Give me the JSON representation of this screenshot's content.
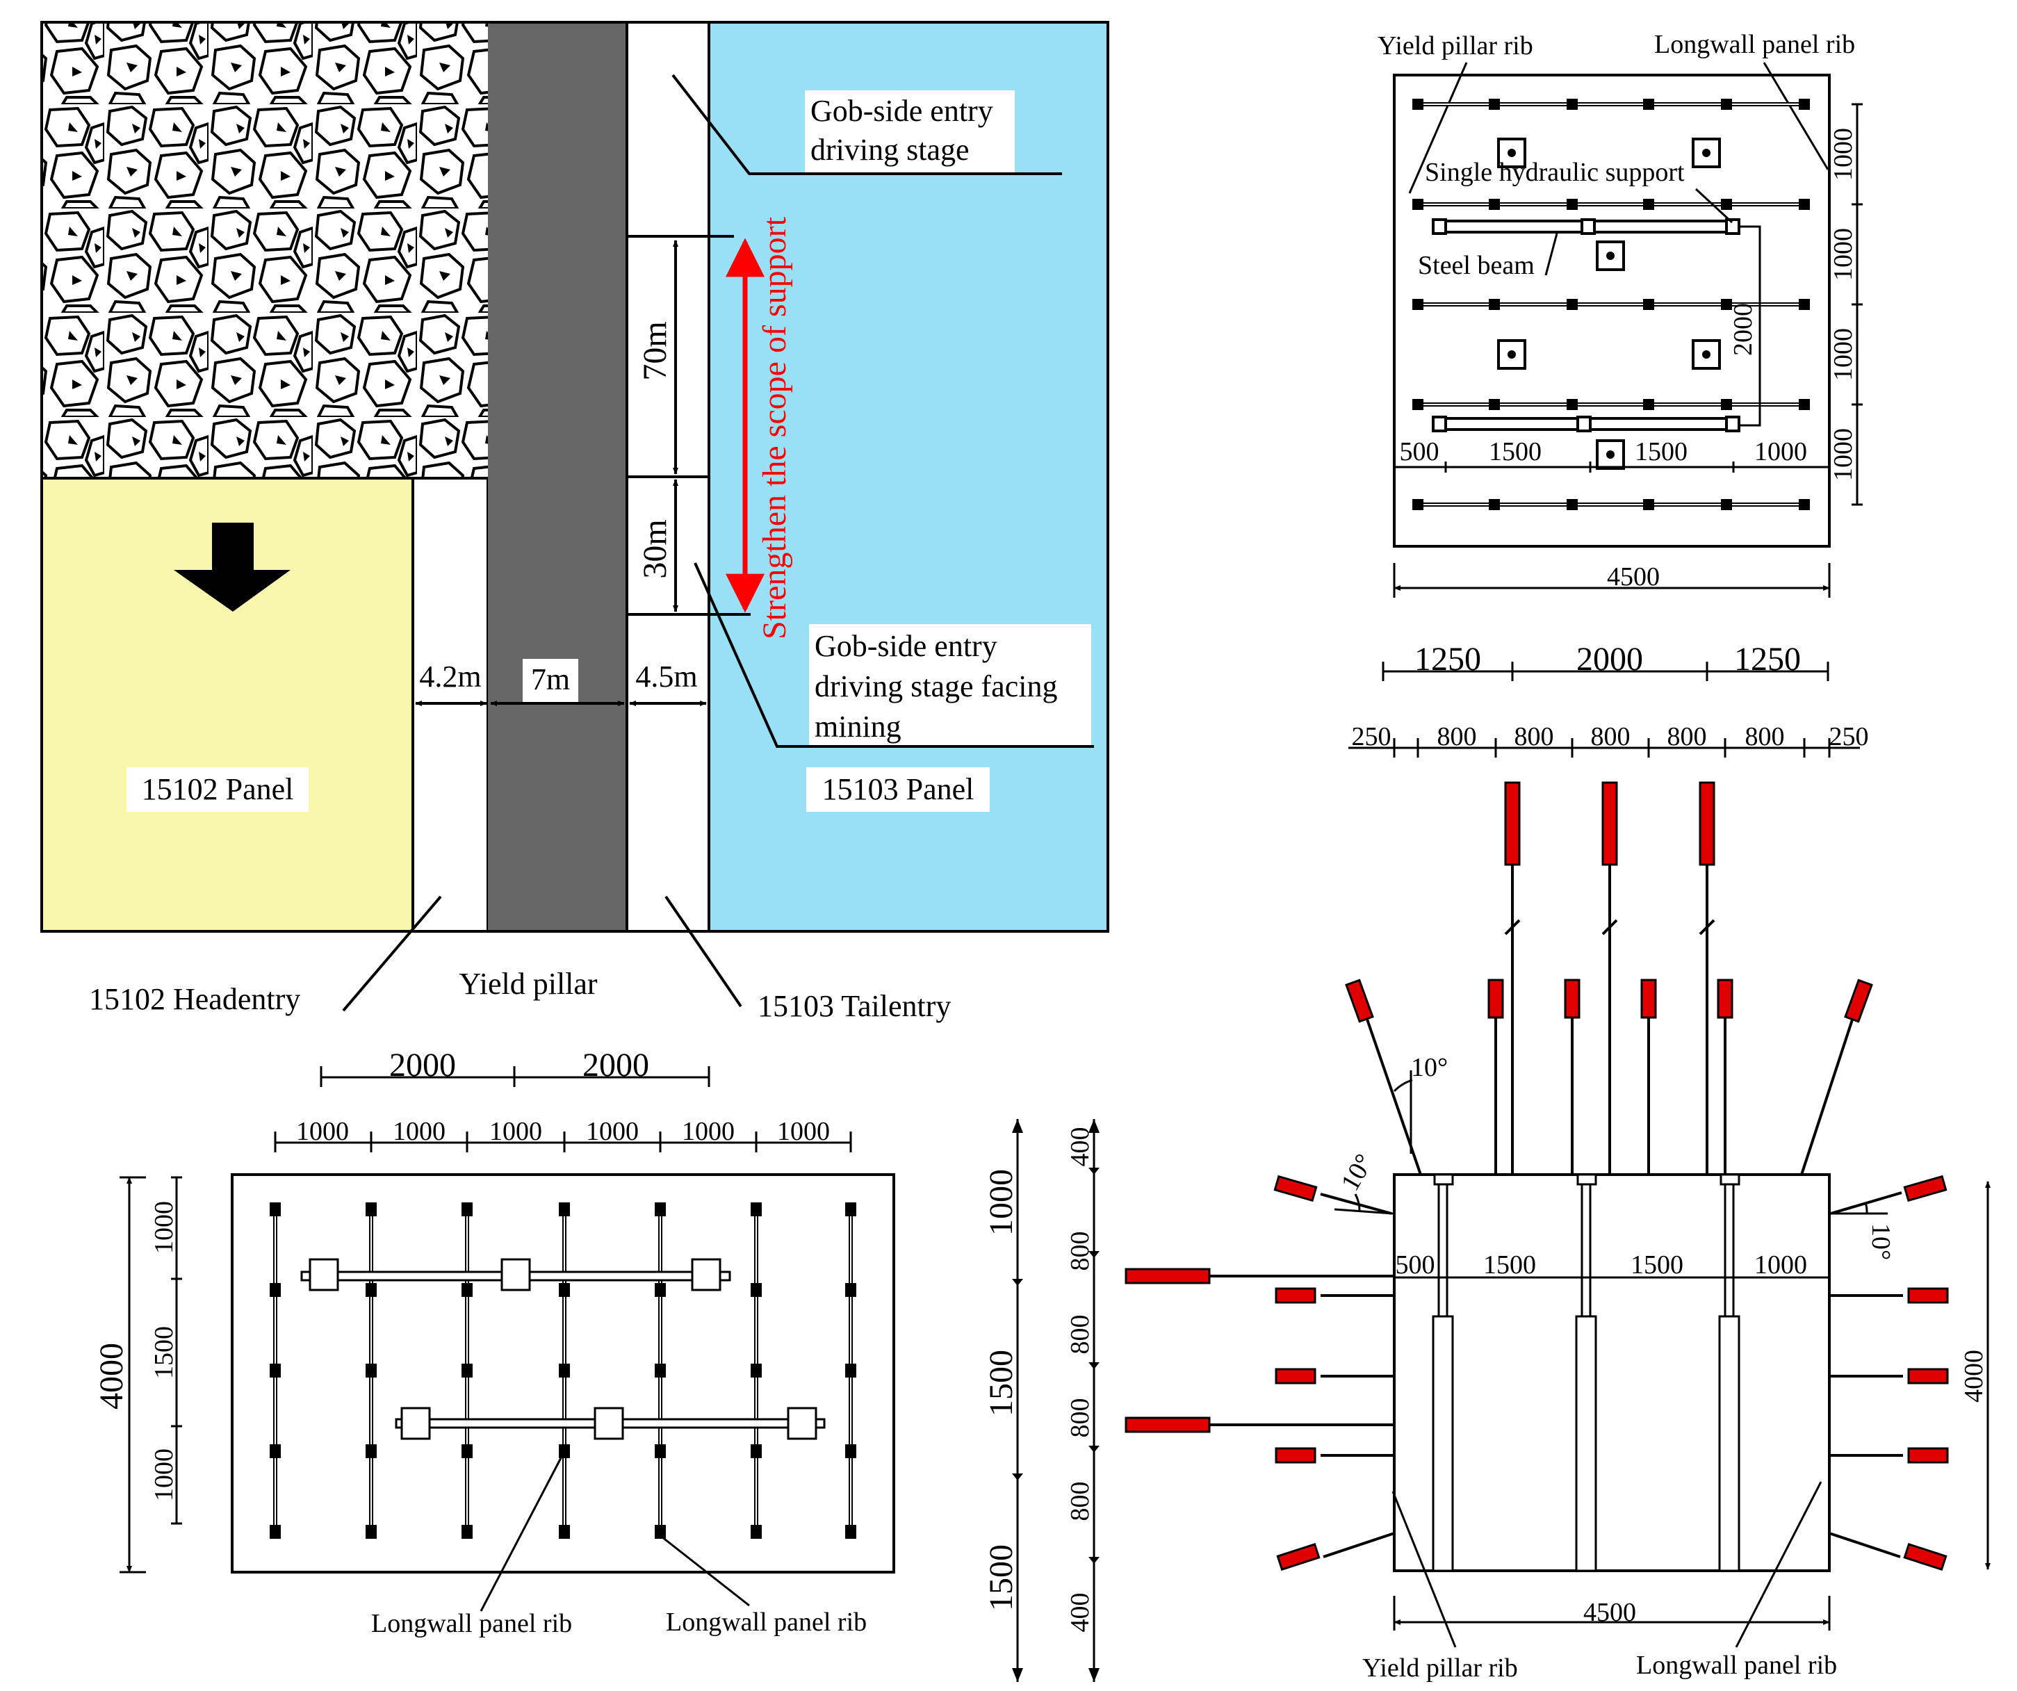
{
  "plan": {
    "gob_stage_label": [
      "Gob-side entry",
      "driving stage"
    ],
    "facing_stage_label": [
      "Gob-side entry",
      "driving stage facing",
      "mining"
    ],
    "strengthen_label": "Strengthen the scope of support",
    "len_70": "70m",
    "len_30": "30m",
    "w_head": "4.2m",
    "w_pillar": "7m",
    "w_tail": "4.5m",
    "panel_15102": "15102 Panel",
    "panel_15103": "15103 Panel",
    "headentry": "15102 Headentry",
    "yield_pillar": "Yield pillar",
    "tailentry": "15103 Tailentry",
    "colors": {
      "gob_panel": "#f9f6ad",
      "active_panel": "#99dff5",
      "pillar": "#666666",
      "arrow": "#ff0000"
    }
  },
  "roof_plan": {
    "yield_rib": "Yield pillar rib",
    "longwall_rib": "Longwall  panel rib",
    "single_support": "Single hydraulic support",
    "steel_beam": "Steel beam",
    "d2000": "2000",
    "right_dims": [
      "1000",
      "1000",
      "1000",
      "1000"
    ],
    "row_dims": [
      "500",
      "1500",
      "1500",
      "1000"
    ],
    "width": "4500"
  },
  "section": {
    "top_dims": [
      "1250",
      "2000",
      "1250"
    ],
    "sub_dims": [
      "250",
      "800",
      "800",
      "800",
      "800",
      "800",
      "250"
    ],
    "angle_left": "10°",
    "angle_rib_left": "10°",
    "angle_rib_right": "10°",
    "row_dims": [
      "500",
      "1500",
      "1500",
      "1000"
    ],
    "left_outer": [
      "1000",
      "1500",
      "1500"
    ],
    "left_inner": [
      "400",
      "800",
      "800",
      "800",
      "800",
      "400"
    ],
    "height": "4000",
    "width": "4500",
    "yield_rib": "Yield pillar rib",
    "longwall_rib": "Longwall  panel rib",
    "colors": {
      "bolt": "#e00000"
    }
  },
  "rib_plan": {
    "top_dims": [
      "2000",
      "2000"
    ],
    "sub_dims": [
      "1000",
      "1000",
      "1000",
      "1000",
      "1000",
      "1000"
    ],
    "height": "4000",
    "left_dims": [
      "1000",
      "1500",
      "1000"
    ],
    "rib_left": "Longwall  panel rib",
    "rib_right": "Longwall  panel rib"
  }
}
